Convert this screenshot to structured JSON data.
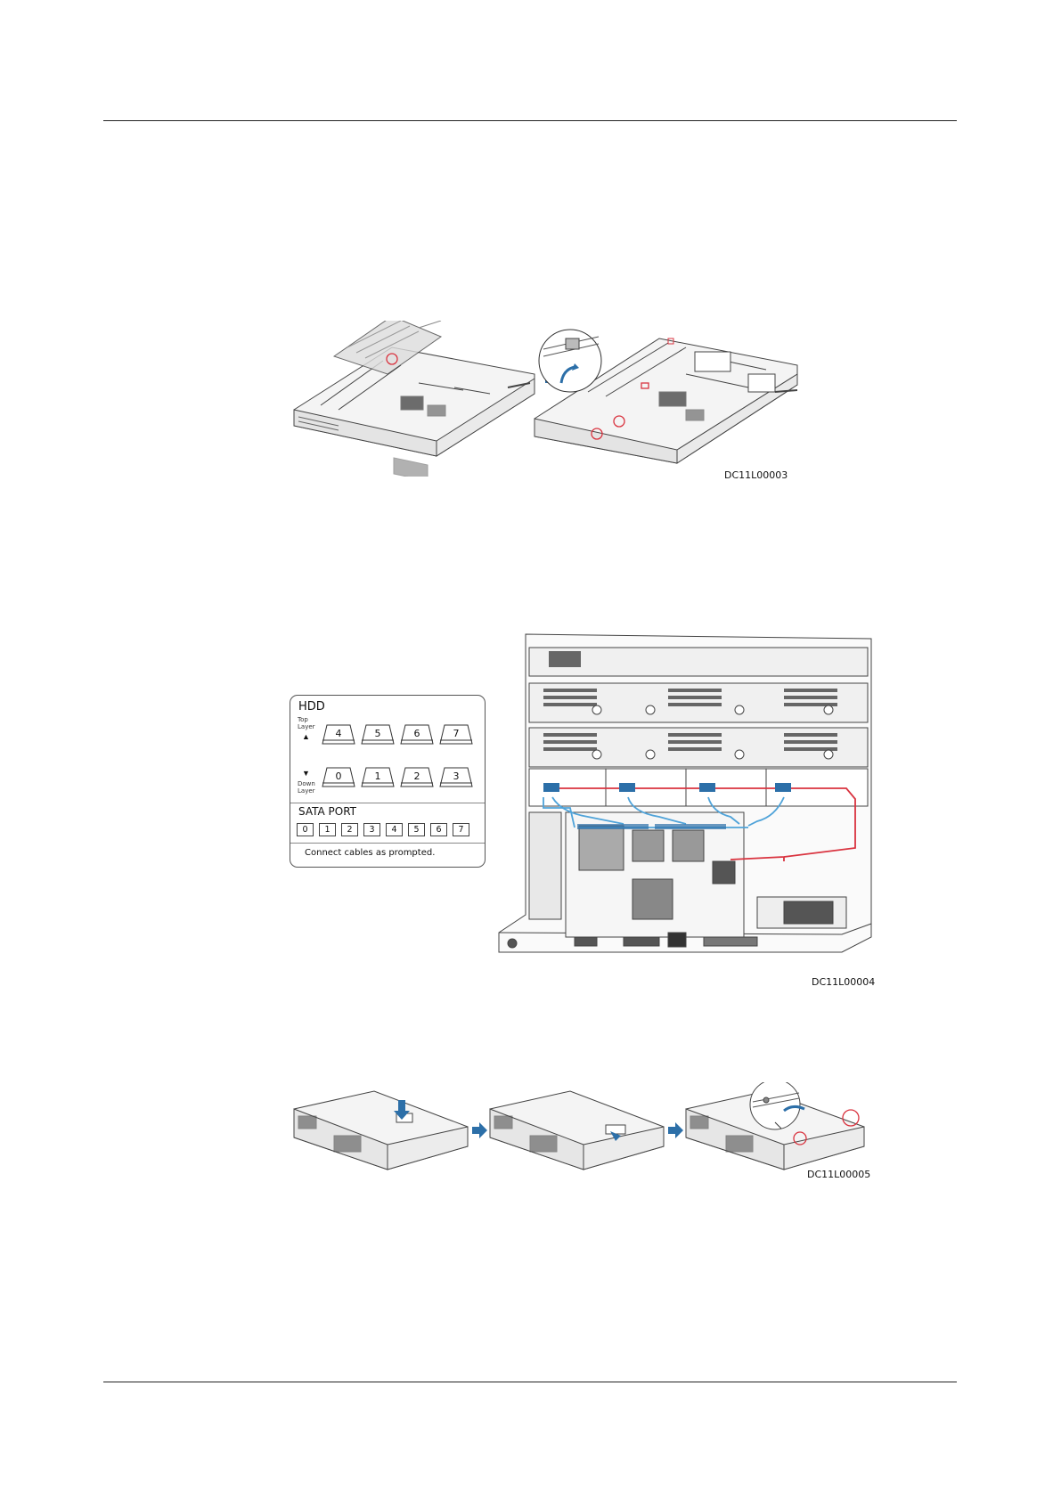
{
  "figures": {
    "fig1": {
      "code": "DC11L00003"
    },
    "fig2": {
      "code": "DC11L00004"
    },
    "fig3": {
      "code": "DC11L00005"
    }
  },
  "legend": {
    "hdd_title": "HDD",
    "top_layer": "Top Layer",
    "down_layer": "Down Layer",
    "top_slots": [
      "4",
      "5",
      "6",
      "7"
    ],
    "down_slots": [
      "0",
      "1",
      "2",
      "3"
    ],
    "sata_title": "SATA PORT",
    "sata_ports": [
      "0",
      "1",
      "2",
      "3",
      "4",
      "5",
      "6",
      "7"
    ],
    "note": "Connect cables as prompted."
  },
  "colors": {
    "arrow": "#2c6fa8",
    "cable_blue": "#4fa3d9",
    "cable_red": "#d9333f",
    "marker": "#d9333f"
  }
}
